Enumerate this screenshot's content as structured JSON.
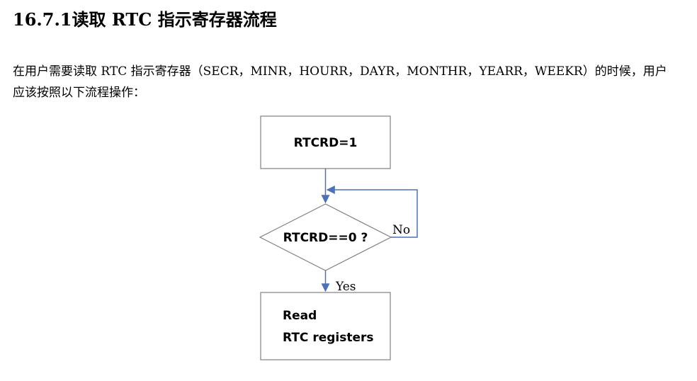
{
  "section": {
    "heading": "16.7.1读取 RTC 指示寄存器流程",
    "paragraph_line1": "在用户需要读取 RTC 指示寄存器（SECR，MINR，HOURR，DAYR，MONTHR，YEARR，WEEKR）的时候，用户",
    "paragraph_line2": "应该按照以下流程操作："
  },
  "flowchart": {
    "start_box": "RTCRD=1",
    "decision": "RTCRD==0 ?",
    "no_label": "No",
    "yes_label": "Yes",
    "end_box_line1": "Read",
    "end_box_line2": "RTC registers",
    "arrow_color": "#4a72b8",
    "line_color": "#7f7f7f"
  }
}
